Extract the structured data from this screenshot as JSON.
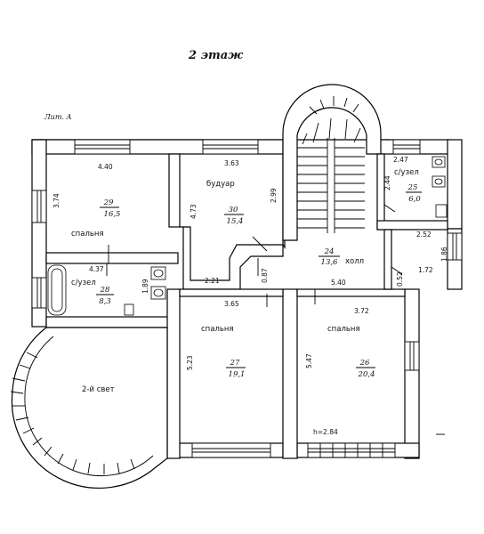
{
  "title": "2 этаж",
  "lit": "Лит. А",
  "rooms": [
    {
      "id": "29",
      "name": "спальня",
      "number": "29",
      "area": "16,5"
    },
    {
      "id": "30",
      "name": "будуар",
      "number": "30",
      "area": "15,4"
    },
    {
      "id": "25",
      "name": "с/узел",
      "number": "25",
      "area": "6,0"
    },
    {
      "id": "24",
      "name": "холл",
      "number": "24",
      "area": "13,6"
    },
    {
      "id": "28",
      "name": "с/узел",
      "number": "28",
      "area": "8,3"
    },
    {
      "id": "27",
      "name": "спальня",
      "number": "27",
      "area": "19,1"
    },
    {
      "id": "26",
      "name": "спальня",
      "number": "26",
      "area": "20,4"
    }
  ],
  "second_light": "2-й свет",
  "height_note": "h=2.84",
  "dims": {
    "d440": "4.40",
    "d374": "3.74",
    "d363": "3.63",
    "d473": "4.73",
    "d299": "2.99",
    "d247": "2.47",
    "d244": "2.44",
    "d252": "2.52",
    "d186": "1.86",
    "d172": "1.72",
    "d052": "0.52",
    "d540": "5.40",
    "d087": "0.87",
    "d221": "2.21",
    "d437": "4.37",
    "d189": "1.89",
    "d365": "3.65",
    "d523": "5.23",
    "d372": "3.72",
    "d547": "5.47"
  }
}
